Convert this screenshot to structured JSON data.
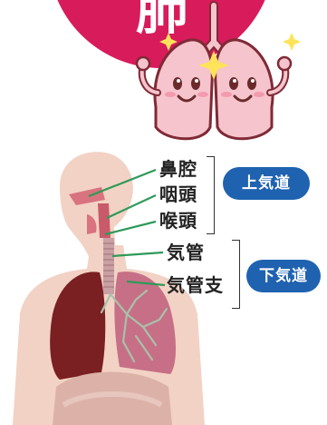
{
  "header": {
    "title": "肺"
  },
  "upper_airway": {
    "group_label": "上気道",
    "items": [
      "鼻腔",
      "咽頭",
      "喉頭"
    ]
  },
  "lower_airway": {
    "group_label": "下気道",
    "items": [
      "気管",
      "気管支"
    ]
  },
  "colors": {
    "banner": "#d81b5a",
    "pill": "#1f62b0",
    "lung_character": "#f6c4cc",
    "body_skin": "#f2d2c4",
    "left_lung": "#7a1f22",
    "right_lung": "#c76f87",
    "pointer_line": "#2f9a59"
  },
  "icons": [
    "sparkle-icon",
    "lung-character-icon"
  ]
}
